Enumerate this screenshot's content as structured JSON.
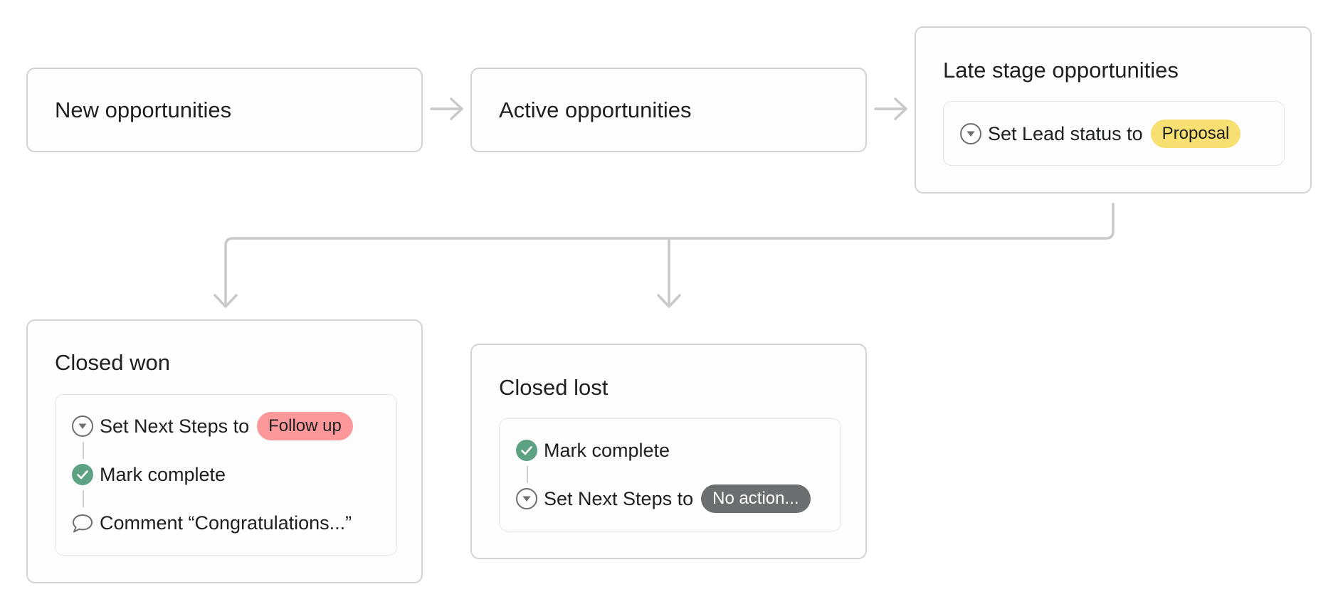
{
  "colors": {
    "lead_status": "#f8df72",
    "follow_up": "#fc979a",
    "no_action": "#6d6e6f",
    "check": "#5da283"
  },
  "stages": {
    "new": {
      "title": "New opportunities"
    },
    "active": {
      "title": "Active opportunities"
    },
    "late": {
      "title": "Late stage opportunities",
      "rules": [
        {
          "icon": "dropdown-field-icon",
          "text": "Set Lead status to",
          "tag": "Proposal",
          "tag_color": "lead_status"
        }
      ]
    },
    "won": {
      "title": "Closed won",
      "rules": [
        {
          "icon": "dropdown-field-icon",
          "text": "Set Next Steps to",
          "tag": "Follow up",
          "tag_color": "follow_up"
        },
        {
          "icon": "check-circle-icon",
          "text": "Mark complete"
        },
        {
          "icon": "comment-icon",
          "text": "Comment “Congratulations...”"
        }
      ]
    },
    "lost": {
      "title": "Closed lost",
      "rules": [
        {
          "icon": "check-circle-icon",
          "text": "Mark complete"
        },
        {
          "icon": "dropdown-field-icon",
          "text": "Set Next Steps to",
          "tag": "No action...",
          "tag_color": "no_action"
        }
      ]
    }
  }
}
